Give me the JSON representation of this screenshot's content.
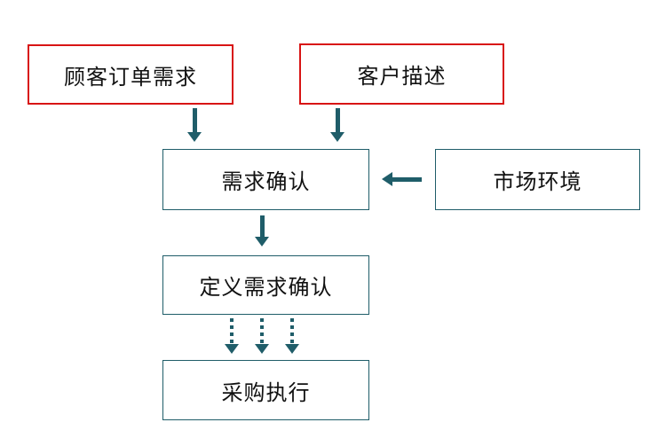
{
  "diagram": {
    "title": "procurement-demand-flowchart",
    "colors": {
      "background": "#ffffff",
      "source_box_border": "#d81414",
      "process_box_border": "#1f5d69",
      "arrow": "#1f5d69",
      "text": "#111111"
    },
    "nodes": [
      {
        "id": "customer-order-demand",
        "label": "顾客订单需求",
        "border": "red"
      },
      {
        "id": "customer-description",
        "label": "客户描述",
        "border": "red"
      },
      {
        "id": "demand-confirmation",
        "label": "需求确认",
        "border": "teal"
      },
      {
        "id": "market-environment",
        "label": "市场环境",
        "border": "teal"
      },
      {
        "id": "define-demand-confirmation",
        "label": "定义需求确认",
        "border": "teal"
      },
      {
        "id": "procurement-execution",
        "label": "采购执行",
        "border": "teal"
      }
    ],
    "edges": [
      {
        "from": "customer-order-demand",
        "to": "demand-confirmation",
        "style": "solid",
        "direction": "down"
      },
      {
        "from": "customer-description",
        "to": "demand-confirmation",
        "style": "solid",
        "direction": "down"
      },
      {
        "from": "market-environment",
        "to": "demand-confirmation",
        "style": "solid",
        "direction": "left"
      },
      {
        "from": "demand-confirmation",
        "to": "define-demand-confirmation",
        "style": "solid",
        "direction": "down"
      },
      {
        "from": "define-demand-confirmation",
        "to": "procurement-execution",
        "style": "dotted",
        "direction": "down",
        "count": 3
      }
    ]
  }
}
